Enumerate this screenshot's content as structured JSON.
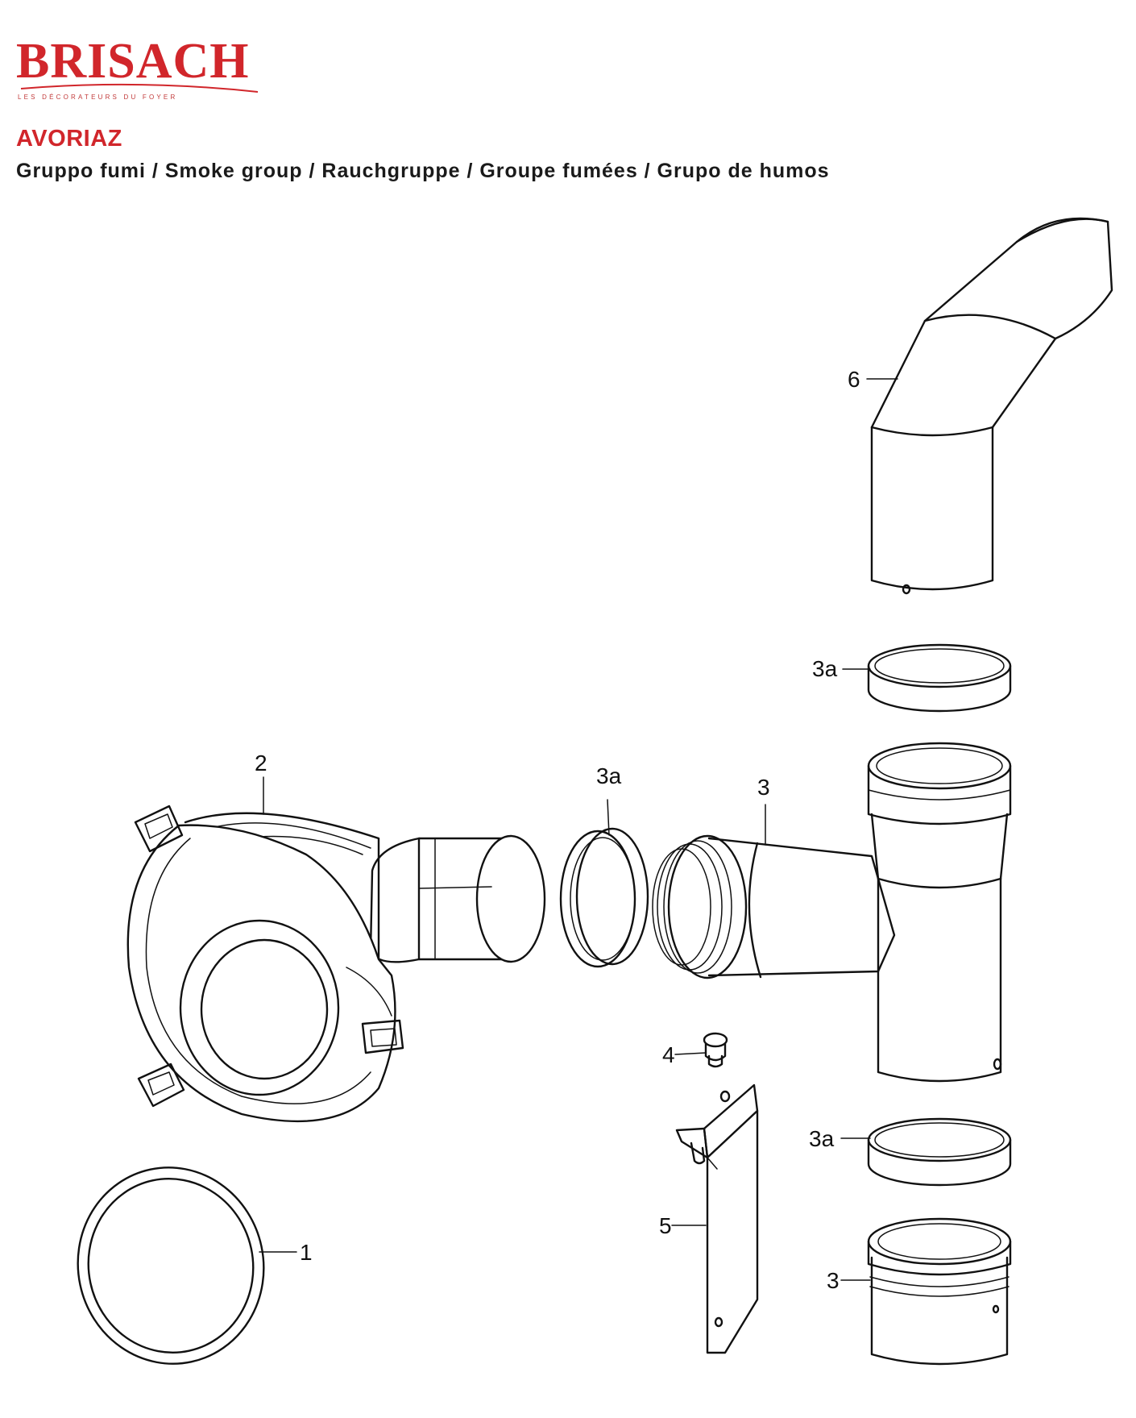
{
  "brand": {
    "name": "BRISACH",
    "tagline": "LES DÉCORATEURS DU FOYER",
    "red": "#d1262b"
  },
  "model": "AVORIAZ",
  "subtitle": "Gruppo fumi / Smoke group / Rauchgruppe / Groupe fumées / Grupo de humos",
  "callouts": {
    "c1": "1",
    "c2": "2",
    "c3_tee": "3",
    "c3_lower": "3",
    "c3a_top": "3a",
    "c3a_mid": "3a",
    "c3a_low": "3a",
    "c4": "4",
    "c5": "5",
    "c6": "6"
  }
}
